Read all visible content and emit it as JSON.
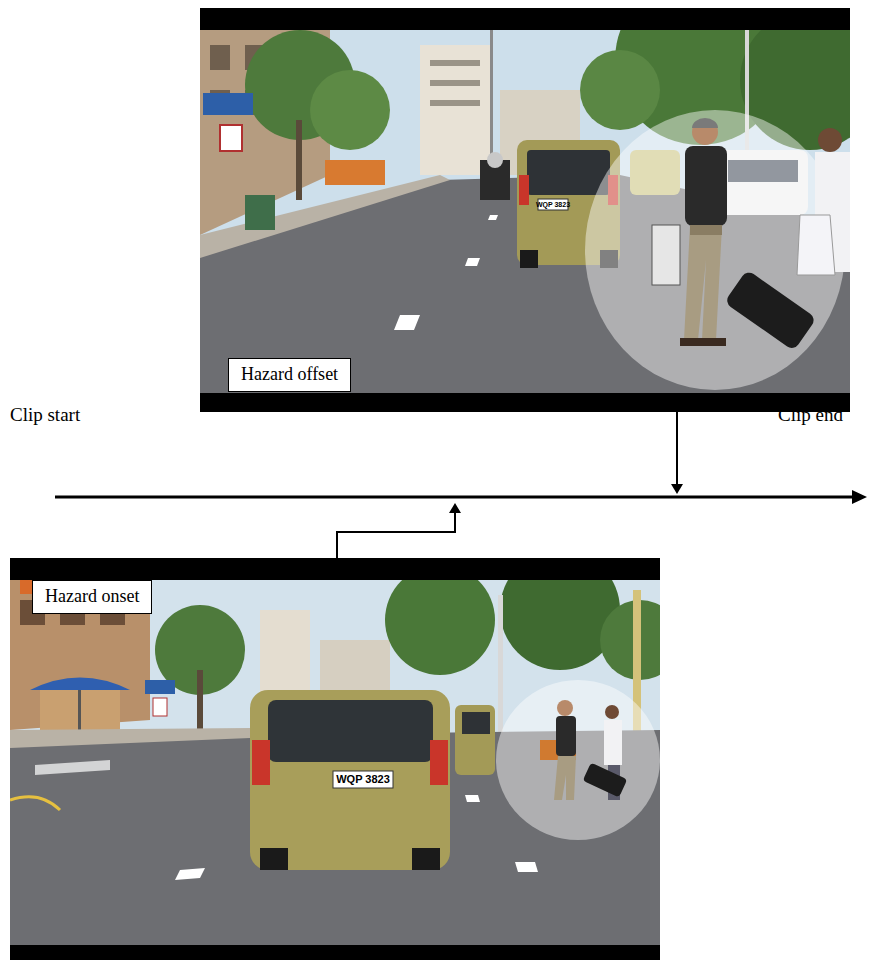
{
  "diagram": {
    "nodes": [
      {
        "text": [
          "Hazard offset"
        ]
      },
      {
        "text": [
          "Hazard onset"
        ]
      }
    ],
    "labels": [
      "Clip start",
      "Clip end",
      "WQP 3823",
      "WQP 3823"
    ]
  }
}
